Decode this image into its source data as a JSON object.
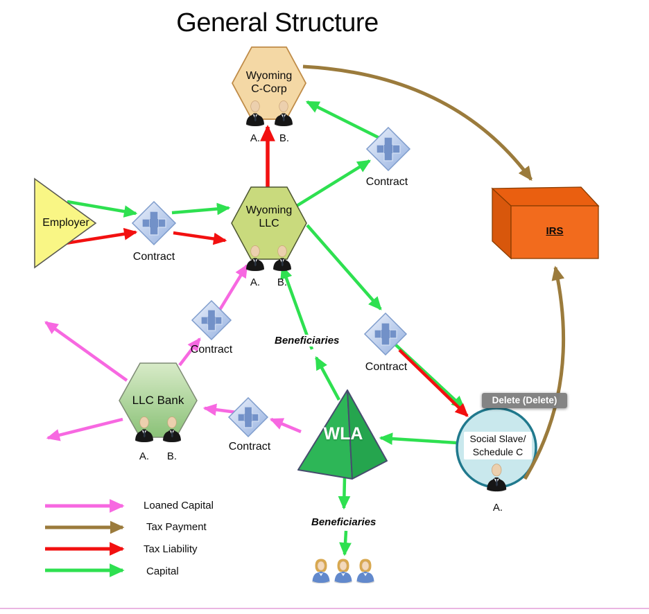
{
  "title": "General Structure",
  "labels": {
    "contract": "Contract",
    "beneficiaries": "Beneficiaries"
  },
  "nodes": {
    "wyoming_c_corp": {
      "line1": "Wyoming",
      "line2": "C-Corp",
      "member_a": "A.",
      "member_b": "B."
    },
    "employer": {
      "label": "Employer"
    },
    "wyoming_llc": {
      "line1": "Wyoming",
      "line2": "LLC",
      "member_a": "A.",
      "member_b": "B."
    },
    "irs": {
      "label": "IRS"
    },
    "llc_bank": {
      "label": "LLC Bank",
      "member_a": "A.",
      "member_b": "B."
    },
    "wla": {
      "label": "WLA"
    },
    "social_slave": {
      "line1": "Social Slave/",
      "line2": "Schedule C",
      "member_a": "A."
    }
  },
  "tooltip": {
    "label": "Delete (Delete)"
  },
  "legend": {
    "items": [
      {
        "label": "Loaned Capital",
        "color": "#f768e1"
      },
      {
        "label": "Tax Payment",
        "color": "#9b7b3c"
      },
      {
        "label": "Tax Liability",
        "color": "#f21010"
      },
      {
        "label": "Capital",
        "color": "#2ee050"
      }
    ]
  },
  "colors": {
    "c_corp_fill": "#f4d8a5",
    "c_corp_border": "#bf8b47",
    "llc_fill": "#c9da7d",
    "employer_fill": "#f9f685",
    "bank_fill": "#9cca85",
    "irs_fill": "#f26b1d",
    "wla_fill": "#2db657",
    "social_fill": "#c9e8ed",
    "social_border": "#20798d",
    "contract_fill": "#a9c0e4"
  }
}
